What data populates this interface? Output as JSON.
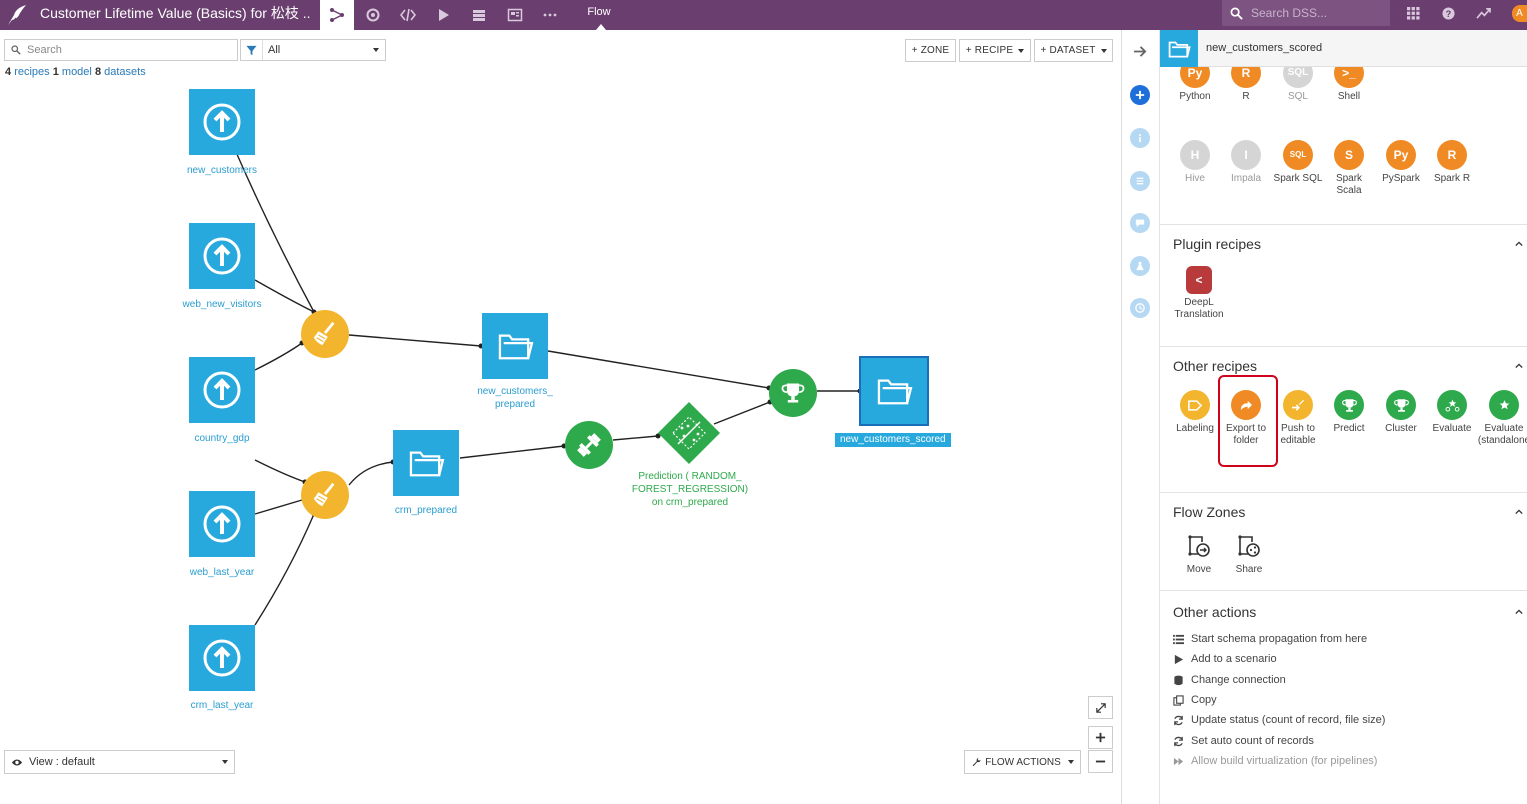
{
  "app": {
    "project_title": "Customer Lifetime Value (Basics) for 松枝 ...",
    "active_view": "Flow",
    "search_placeholder": "Search DSS...",
    "avatar_initial": "A"
  },
  "toolbar": {
    "search_placeholder": "Search",
    "filter_value": "All",
    "zone_button": "+ ZONE",
    "recipe_button": "+ RECIPE",
    "dataset_button": "+ DATASET"
  },
  "counts": {
    "recipes_num": "4",
    "recipes_word": "recipes",
    "model_num": "1",
    "model_word": "model",
    "datasets_num": "8",
    "datasets_word": "datasets"
  },
  "flow": {
    "datasets": [
      {
        "id": "new_customers",
        "label": "new_customers"
      },
      {
        "id": "web_new_visitors",
        "label": "web_new_visitors"
      },
      {
        "id": "country_gdp",
        "label": "country_gdp"
      },
      {
        "id": "web_last_year",
        "label": "web_last_year"
      },
      {
        "id": "crm_last_year",
        "label": "crm_last_year"
      }
    ],
    "folders": [
      {
        "id": "new_customers_prepared",
        "label_line1": "new_customers_",
        "label_line2": "prepared"
      },
      {
        "id": "crm_prepared",
        "label_line1": "crm_prepared"
      },
      {
        "id": "new_customers_scored",
        "label": "new_customers_scored"
      }
    ],
    "model": {
      "label_line1": "Prediction ( RANDOM_",
      "label_line2": "FOREST_REGRESSION)",
      "label_line3": "on crm_prepared"
    }
  },
  "bottom": {
    "view_label": "View : default",
    "flow_actions": "FLOW ACTIONS"
  },
  "panel": {
    "title": "new_customers_scored",
    "code_recipes_row1": [
      {
        "label": "Python"
      },
      {
        "label": "R"
      },
      {
        "label": "SQL"
      },
      {
        "label": "Shell"
      }
    ],
    "code_recipes_row2": [
      {
        "label": "Hive"
      },
      {
        "label": "Impala"
      },
      {
        "label": "Spark SQL"
      },
      {
        "label_line1": "Spark",
        "label_line2": "Scala"
      },
      {
        "label": "PySpark"
      },
      {
        "label": "Spark R"
      }
    ],
    "plugin_recipes": {
      "title": "Plugin recipes",
      "items": [
        {
          "label_line1": "DeepL",
          "label_line2": "Translation"
        }
      ]
    },
    "other_recipes": {
      "title": "Other recipes",
      "items": [
        {
          "label_line1": "Labeling"
        },
        {
          "label_line1": "Export to",
          "label_line2": "folder"
        },
        {
          "label_line1": "Push to",
          "label_line2": "editable"
        },
        {
          "label_line1": "Predict"
        },
        {
          "label_line1": "Cluster"
        },
        {
          "label_line1": "Evaluate"
        },
        {
          "label_line1": "Evaluate",
          "label_line2": "(standalone"
        }
      ]
    },
    "flow_zones": {
      "title": "Flow Zones",
      "items": [
        {
          "label": "Move"
        },
        {
          "label": "Share"
        }
      ]
    },
    "other_actions": {
      "title": "Other actions",
      "items": [
        {
          "label": "Start schema propagation from here"
        },
        {
          "label": "Add to a scenario"
        },
        {
          "label": "Change connection"
        },
        {
          "label": "Copy"
        },
        {
          "label": "Update status (count of record, file size)"
        },
        {
          "label": "Set auto count of records"
        },
        {
          "label": "Allow build virtualization (for pipelines)"
        }
      ]
    }
  },
  "colors": {
    "topbar": "#6a3f6f",
    "dataset_blue": "#28a9dd",
    "recipe_yellow": "#f3b52e",
    "model_green": "#2ea94c",
    "code_orange": "#f08a24",
    "highlight_red": "#d0021b"
  }
}
